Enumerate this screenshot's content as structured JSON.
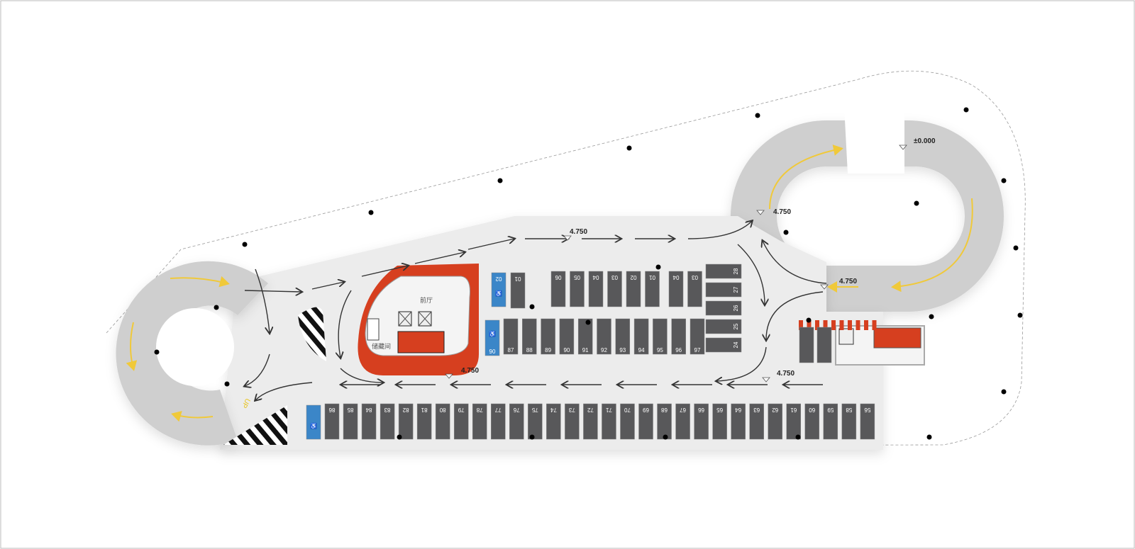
{
  "plan": {
    "colors": {
      "floor": "#ececec",
      "ramp": "#cfcfcf",
      "core": "#d63f1f",
      "accessible": "#3b86c8",
      "stall": "#58585a",
      "ramp_arrow": "#f0c93a"
    },
    "levels": {
      "main_top": "4.750",
      "main_bottom": "4.750",
      "core_bottom": "4.750",
      "ramp_left": "4.750",
      "ramp_right": "4.750",
      "ground": "±0.000"
    },
    "ramp_up_label": "UP",
    "rooms": {
      "lobby": "前厅",
      "storage": "储藏间"
    },
    "stalls": {
      "top_accessible": "02",
      "top_single": "01",
      "top_row": [
        "06",
        "05",
        "04",
        "03",
        "02",
        "01"
      ],
      "top_pair": [
        "04",
        "03"
      ],
      "right_column": [
        "28",
        "27",
        "26",
        "25",
        "24"
      ],
      "middle_accessible": "90",
      "middle_row": [
        "87",
        "88",
        "89",
        "90",
        "91",
        "92",
        "93",
        "94",
        "95",
        "96",
        "97"
      ],
      "bottom_row": [
        "86",
        "85",
        "84",
        "83",
        "82",
        "81",
        "80",
        "79",
        "78",
        "77",
        "76",
        "75",
        "74",
        "73",
        "72",
        "71",
        "70",
        "69",
        "68",
        "67",
        "66",
        "65",
        "64",
        "63",
        "62",
        "61",
        "60",
        "59",
        "58",
        "56"
      ]
    }
  }
}
